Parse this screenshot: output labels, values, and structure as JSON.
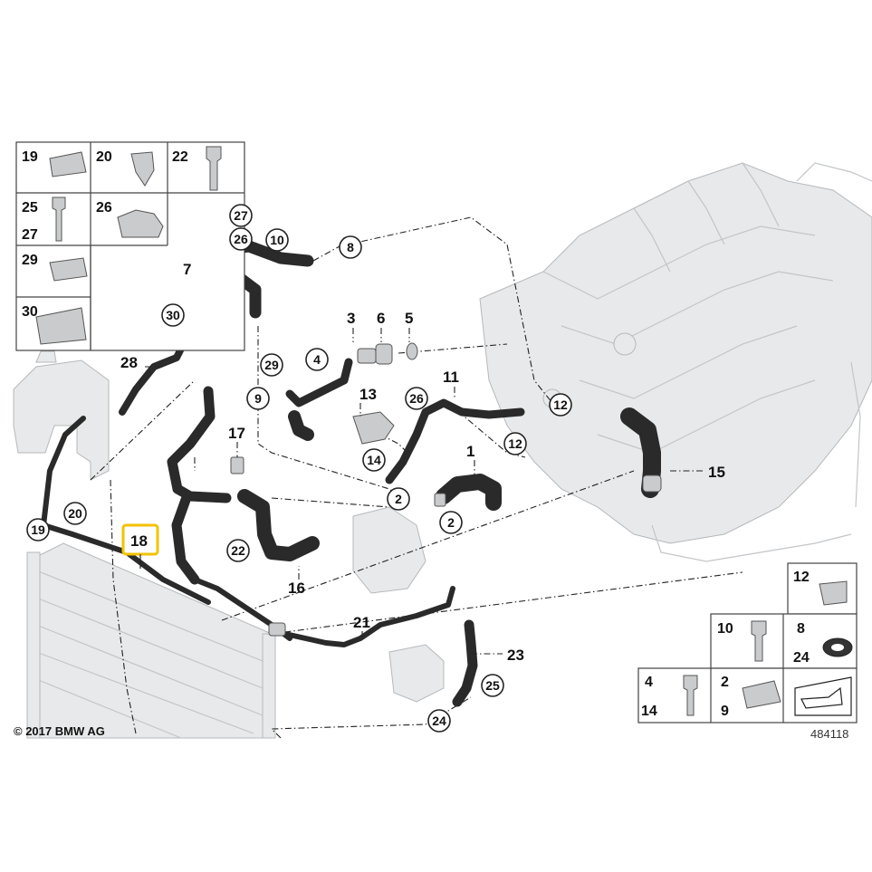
{
  "diagram": {
    "copyright": "© 2017 BMW AG",
    "document_number": "484118",
    "highlighted_part": "18",
    "highlight_color": "#f2c200",
    "legend_top_left": {
      "row1": [
        "19",
        "20",
        "22"
      ],
      "row2": [
        "25",
        "27",
        "26"
      ],
      "row3": [
        "29"
      ],
      "row4": [
        "30"
      ]
    },
    "legend_bottom_right": {
      "row1": [
        "12"
      ],
      "row2": [
        "10",
        "8",
        "24"
      ],
      "row3": [
        "4",
        "14",
        "2",
        "9"
      ]
    },
    "plain_labels": [
      "3",
      "6",
      "5",
      "7",
      "28",
      "13",
      "11",
      "1",
      "15",
      "17",
      "16",
      "21",
      "23"
    ],
    "circled_labels": [
      "27",
      "26",
      "10",
      "8",
      "30",
      "4",
      "29",
      "9",
      "26",
      "12",
      "12",
      "14",
      "2",
      "2",
      "20",
      "19",
      "22",
      "25",
      "24"
    ]
  }
}
